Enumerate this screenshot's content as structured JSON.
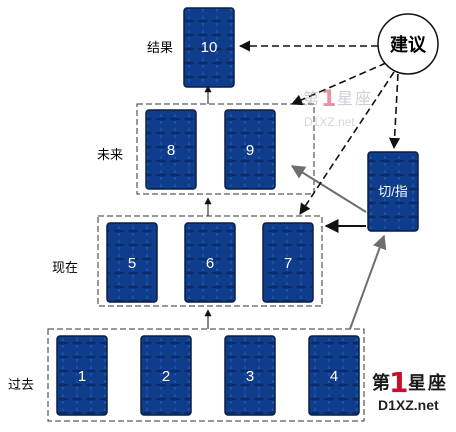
{
  "rows": {
    "result": "结果",
    "future": "未来",
    "present": "现在",
    "past": "过去"
  },
  "advice": "建议",
  "cards": [
    {
      "label": "1"
    },
    {
      "label": "2"
    },
    {
      "label": "3"
    },
    {
      "label": "4"
    },
    {
      "label": "5"
    },
    {
      "label": "6"
    },
    {
      "label": "7"
    },
    {
      "label": "8"
    },
    {
      "label": "9"
    },
    {
      "label": "10"
    },
    {
      "label": "切/指"
    }
  ],
  "watermarks": {
    "logo_chars": [
      "第",
      "1",
      "星",
      "座"
    ],
    "url_faint": "D1XZ.net",
    "url_bottom": "D1XZ.net"
  },
  "colors": {
    "card_blue": "#0f3d8c",
    "card_dark": "#08245a",
    "dash_line": "#333333",
    "gray_arrow": "#7a7a7a",
    "logo_red": "#c8102e"
  }
}
